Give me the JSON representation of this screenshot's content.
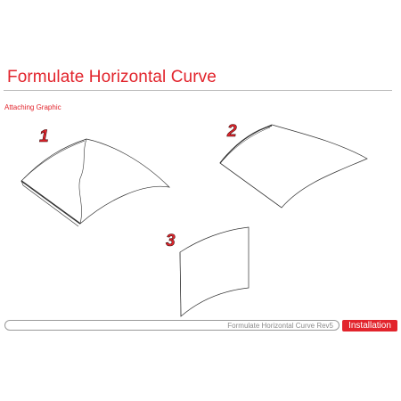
{
  "header": {
    "title": "Formulate Horizontal Curve",
    "subtitle": "Attaching Graphic"
  },
  "steps": [
    {
      "number": "1"
    },
    {
      "number": "2"
    },
    {
      "number": "3"
    }
  ],
  "footer": {
    "doc_label": "Formulate Horizontal Curve Rev5",
    "section_badge": "Installation"
  },
  "colors": {
    "accent": "#e2242c",
    "rule": "#bdbdbd",
    "footer_text": "#8c8c8c"
  }
}
